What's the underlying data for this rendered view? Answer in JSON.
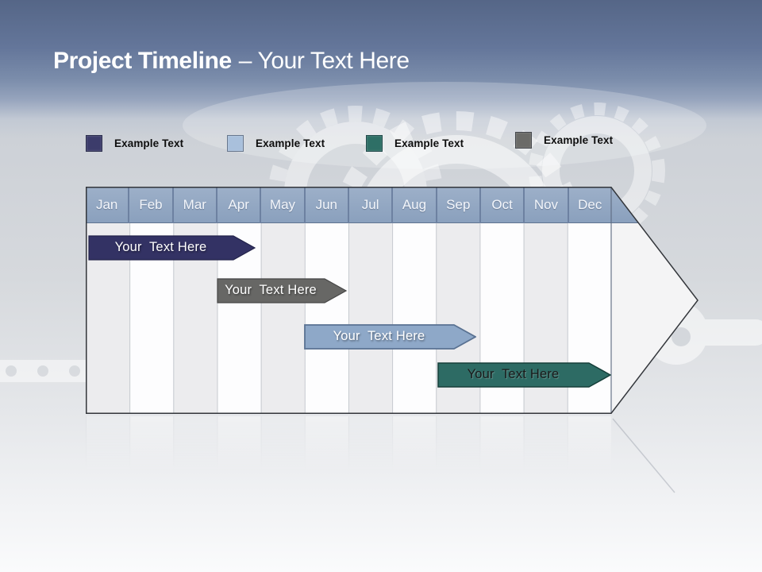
{
  "header": {
    "title_bold": "Project Timeline",
    "title_rest": "– Your Text Here"
  },
  "legend": {
    "items": [
      {
        "label": "Example Text",
        "color": "#3c3c6b"
      },
      {
        "label": "Example Text",
        "color": "#a9c0dc"
      },
      {
        "label": "Example Text",
        "color": "#2e6f66"
      },
      {
        "label": "Example Text",
        "color": "#6b6b68"
      }
    ]
  },
  "timeline": {
    "months": [
      "Jan",
      "Feb",
      "Mar",
      "Apr",
      "May",
      "Jun",
      "Jul",
      "Aug",
      "Sep",
      "Oct",
      "Nov",
      "Dec"
    ],
    "bars": [
      {
        "label": "Your  Text Here",
        "color": "#333264",
        "text_color": "#ffffff",
        "starts": "Jan",
        "ends": "Mar"
      },
      {
        "label": "Your  Text Here",
        "color": "#676765",
        "text_color": "#ffffff",
        "starts": "Apr",
        "ends": "Jun"
      },
      {
        "label": "Your  Text Here",
        "color": "#8ea8c8",
        "text_color": "#ffffff",
        "starts": "Jun",
        "ends": "Sep"
      },
      {
        "label": "Your  Text Here",
        "color": "#2d6b64",
        "text_color": "#1a1a1a",
        "starts": "Sep",
        "ends": "Dec"
      }
    ]
  },
  "colors": {
    "band_top": "#556687",
    "band_bottom": "#7b8dab",
    "month_header_fill": "#8fa5c1",
    "stripe_gray": "#ececee",
    "stripe_white": "#fdfdfe"
  }
}
